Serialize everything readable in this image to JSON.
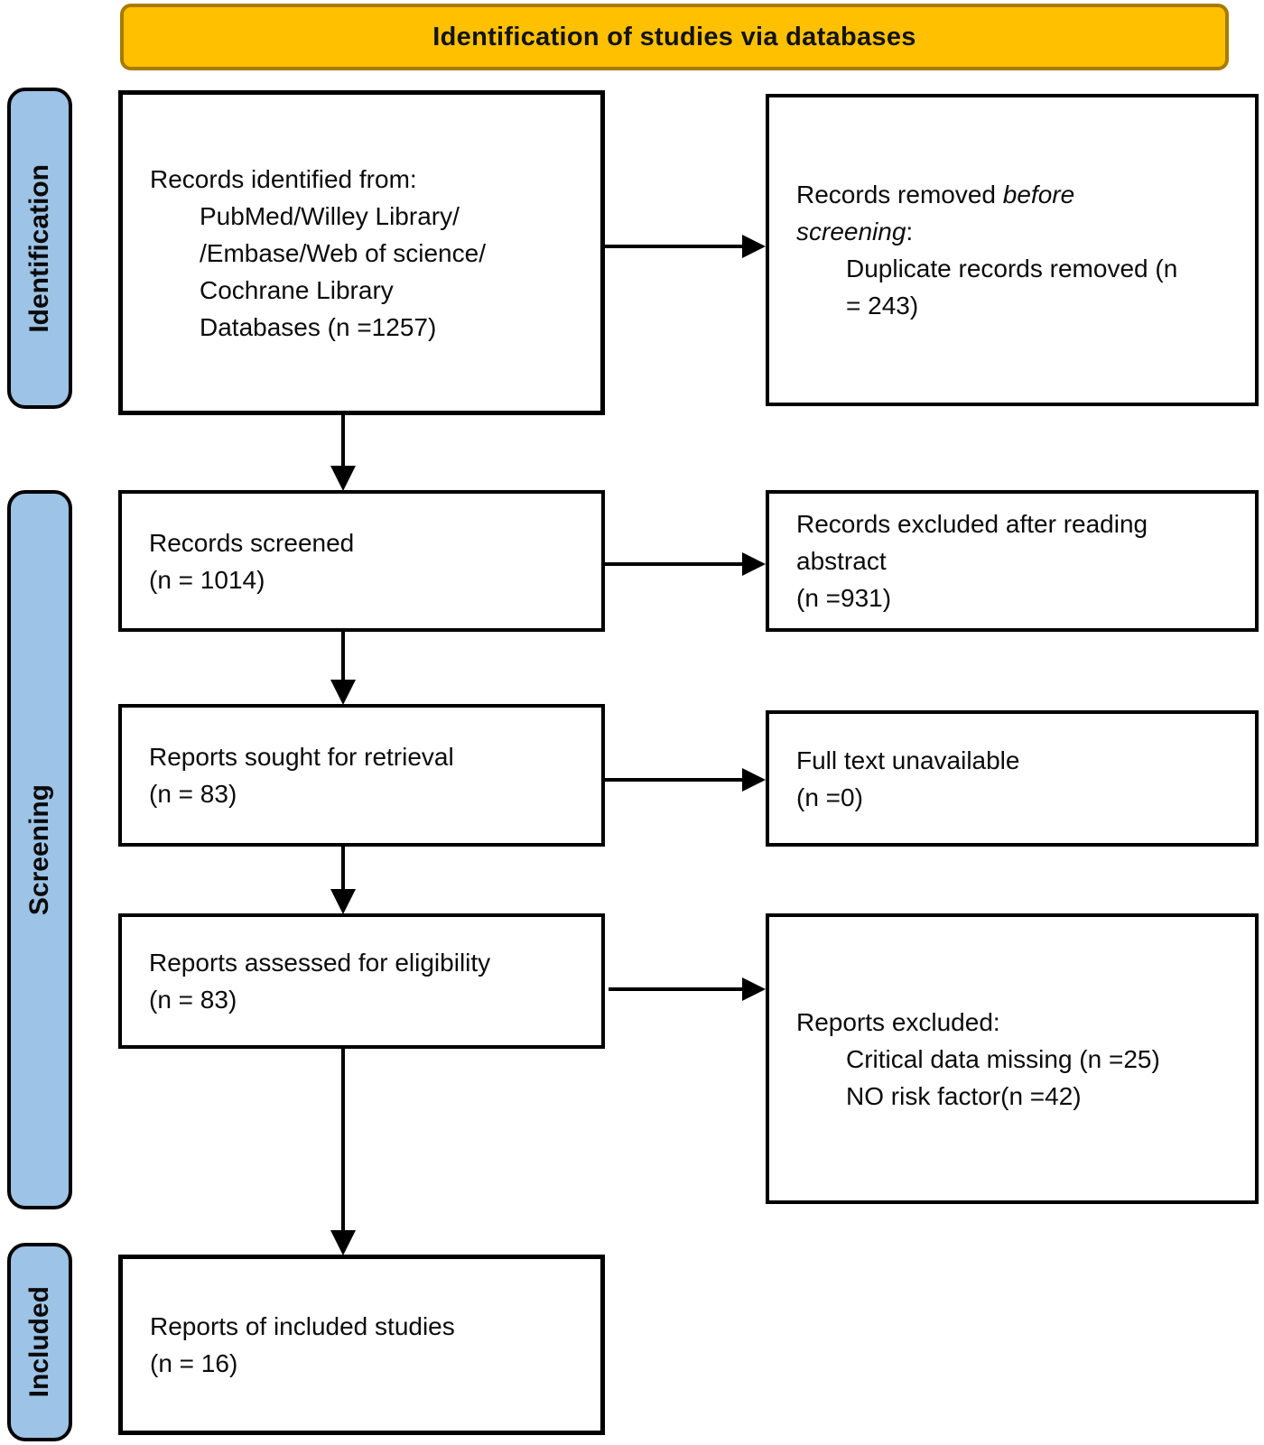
{
  "banner": {
    "title": "Identification of studies via databases"
  },
  "stages": [
    {
      "label": "Identification"
    },
    {
      "label": "Screening"
    },
    {
      "label": "Included"
    }
  ],
  "colors": {
    "banner_bg": "#FFC000",
    "banner_border": "#A77B00",
    "stage_bg": "#9DC3E6",
    "box_border": "#000000",
    "arrow_color": "#000000"
  },
  "boxes": {
    "records_identified": {
      "title": "Records identified from:",
      "details": [
        "PubMed/Willey Library/",
        "/Embase/Web of science/",
        "Cochrane Library",
        "Databases (n =1257)"
      ]
    },
    "records_removed": {
      "line1_normal": "Records removed ",
      "line1_italic": "before",
      "line2_italic": "screening",
      "line2_suffix": ":",
      "details": [
        "Duplicate records removed (n",
        "= 243)"
      ]
    },
    "records_screened": {
      "lines": [
        "Records screened",
        "(n = 1014)"
      ]
    },
    "records_excluded": {
      "lines": [
        "Records excluded after reading",
        "abstract",
        "(n =931)"
      ]
    },
    "reports_sought": {
      "lines": [
        "Reports sought for retrieval",
        "(n = 83)"
      ]
    },
    "full_text_unavailable": {
      "lines": [
        "Full text unavailable",
        "(n =0)"
      ]
    },
    "reports_assessed": {
      "lines": [
        "Reports assessed for eligibility",
        "(n = 83)"
      ]
    },
    "reports_excluded": {
      "title": "Reports excluded:",
      "details": [
        "Critical data missing (n =25)",
        "NO risk factor(n =42)"
      ]
    },
    "reports_included": {
      "lines": [
        "Reports of included studies",
        "(n = 16)"
      ]
    }
  }
}
